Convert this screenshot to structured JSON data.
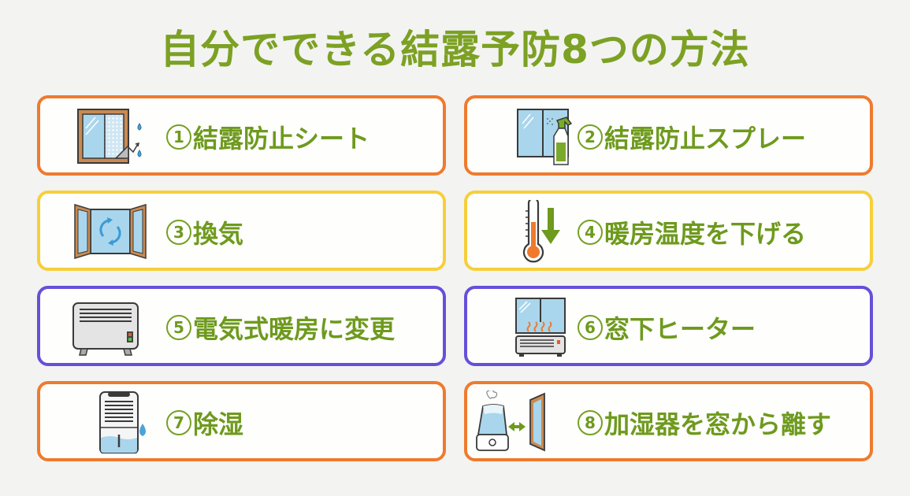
{
  "title": "自分でできる結露予防8つの方法",
  "colors": {
    "title": "#7ca123",
    "label_text": "#6e9a1d",
    "background": "#f3f3f2",
    "border_orange": "#ef7a2e",
    "border_yellow": "#f6cf3a",
    "border_purple": "#6650d8"
  },
  "items": [
    {
      "num": "1",
      "label": "結露防止シート",
      "icon": "window-film-icon",
      "border": "orange"
    },
    {
      "num": "2",
      "label": "結露防止スプレー",
      "icon": "spray-bottle-icon",
      "border": "orange"
    },
    {
      "num": "3",
      "label": "換気",
      "icon": "open-window-ventilation-icon",
      "border": "yellow"
    },
    {
      "num": "4",
      "label": "暖房温度を下げる",
      "icon": "thermometer-down-icon",
      "border": "yellow"
    },
    {
      "num": "5",
      "label": "電気式暖房に変更",
      "icon": "electric-heater-icon",
      "border": "purple"
    },
    {
      "num": "6",
      "label": "窓下ヒーター",
      "icon": "window-heater-icon",
      "border": "purple"
    },
    {
      "num": "7",
      "label": "除湿",
      "icon": "dehumidifier-icon",
      "border": "orange"
    },
    {
      "num": "8",
      "label": "加湿器を窓から離す",
      "icon": "humidifier-window-icon",
      "border": "orange"
    }
  ]
}
